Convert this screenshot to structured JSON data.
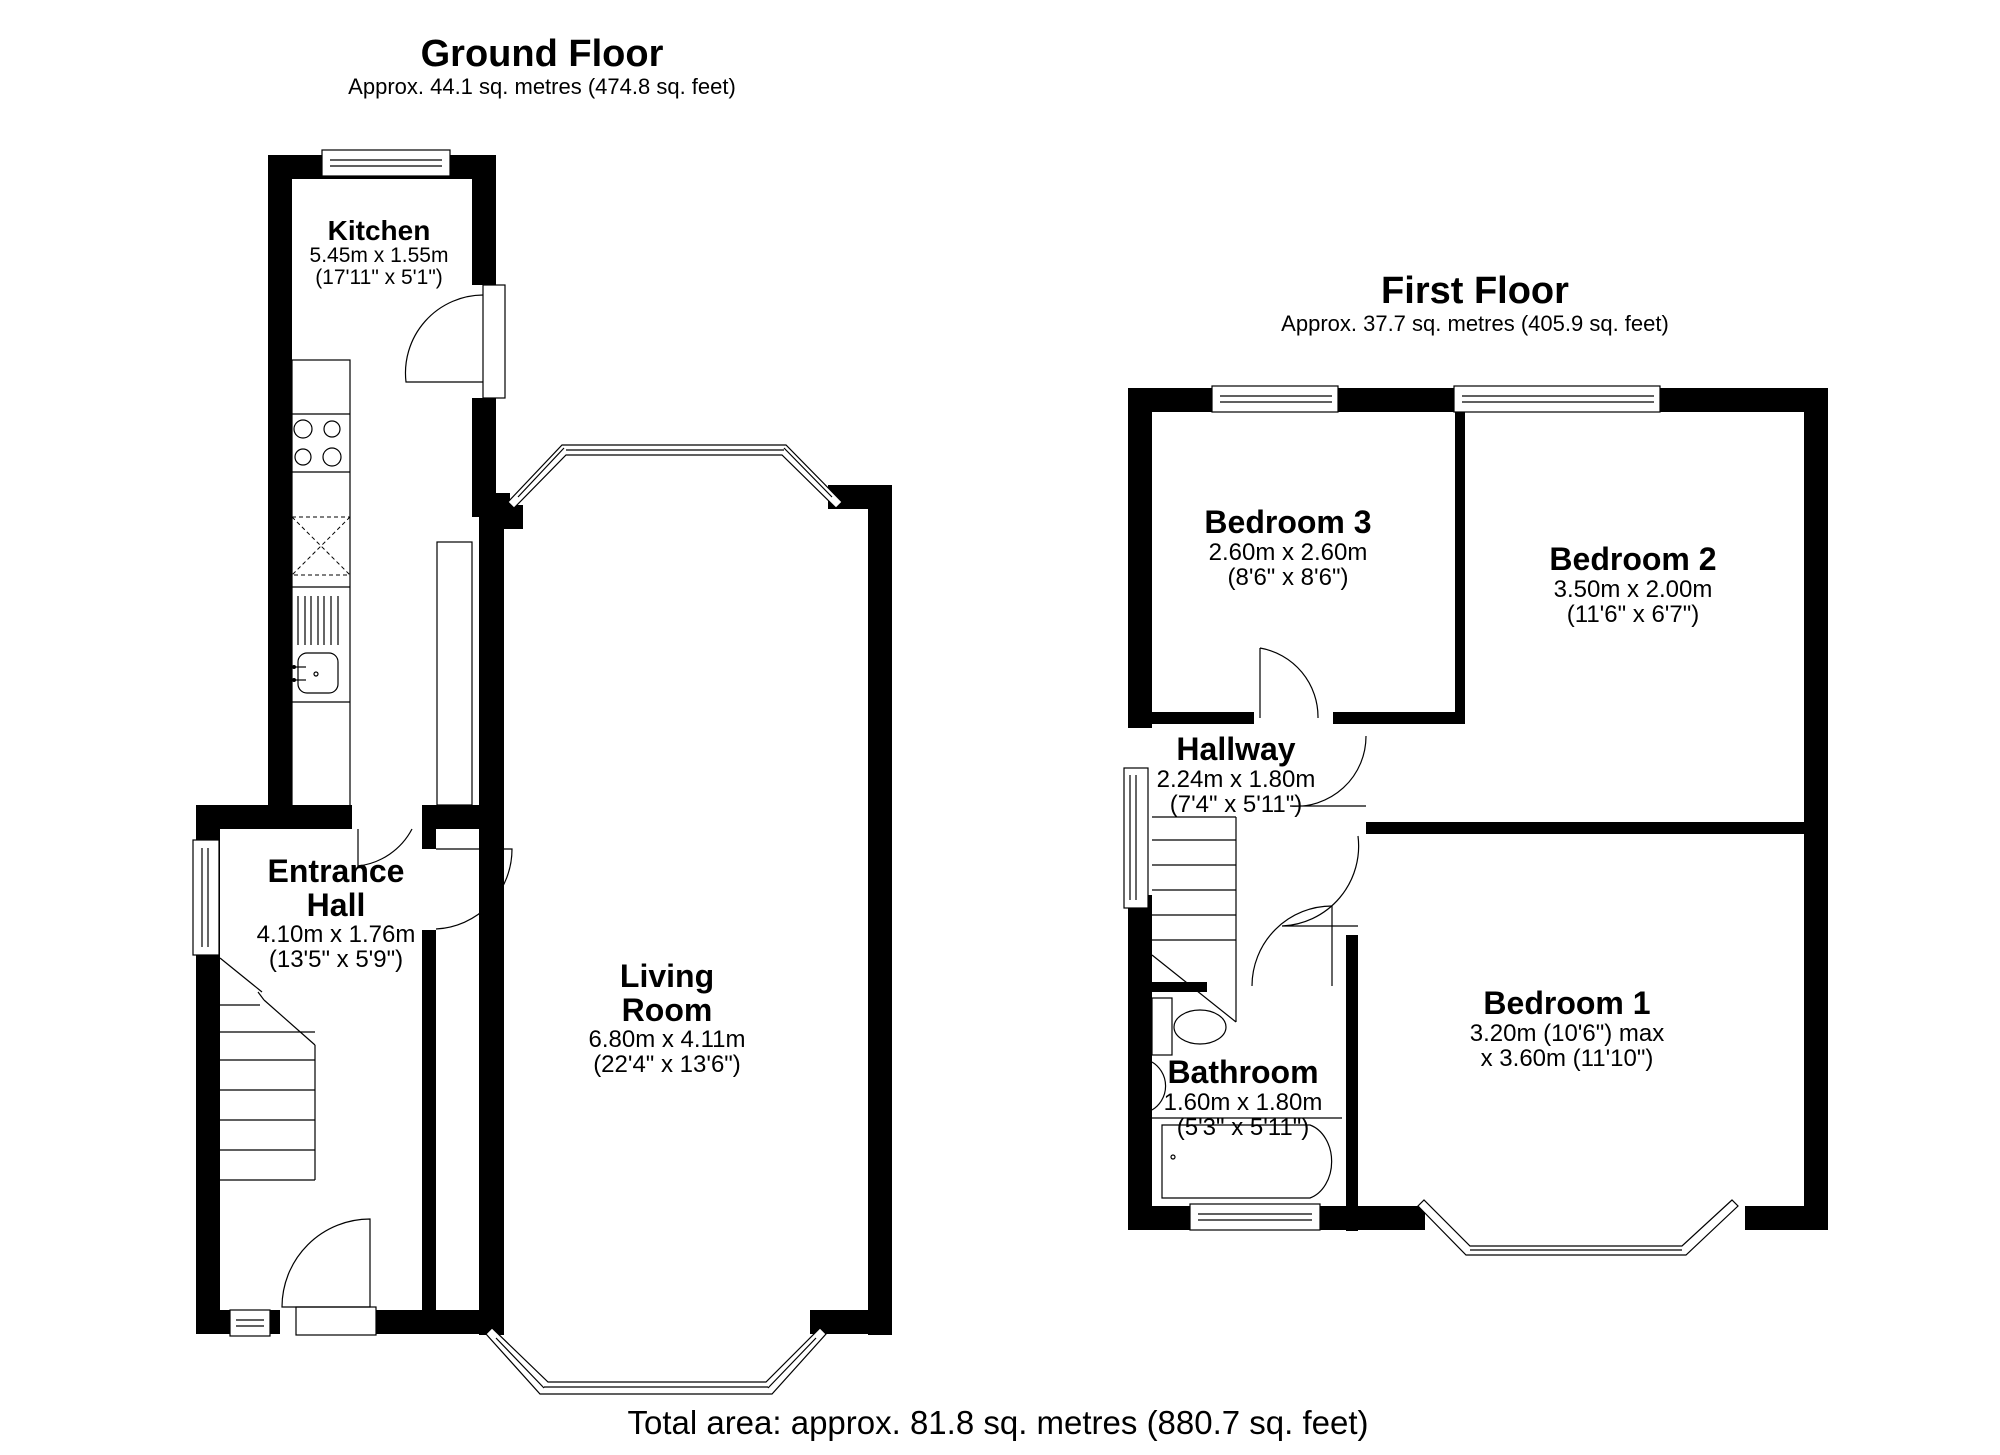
{
  "ground_floor": {
    "title": "Ground Floor",
    "area": "Approx. 44.1 sq. metres (474.8 sq. feet)",
    "rooms": [
      {
        "name": "Kitchen",
        "dim_m": "5.45m x 1.55m",
        "dim_ft": "(17'11\" x 5'1\")"
      },
      {
        "name_line1": "Entrance",
        "name_line2": "Hall",
        "dim_m": "4.10m x 1.76m",
        "dim_ft": "(13'5\" x 5'9\")"
      },
      {
        "name_line1": "Living",
        "name_line2": "Room",
        "dim_m": "6.80m x 4.11m",
        "dim_ft": "(22'4\" x 13'6\")"
      }
    ]
  },
  "first_floor": {
    "title": "First Floor",
    "area": "Approx. 37.7 sq. metres (405.9 sq. feet)",
    "rooms": [
      {
        "name": "Bedroom 3",
        "dim_m": "2.60m x 2.60m",
        "dim_ft": "(8'6\" x 8'6\")"
      },
      {
        "name": "Bedroom 2",
        "dim_m": "3.50m x 2.00m",
        "dim_ft": "(11'6\" x 6'7\")"
      },
      {
        "name": "Hallway",
        "dim_m": "2.24m x 1.80m",
        "dim_ft": "(7'4\" x 5'11\")"
      },
      {
        "name": "Bathroom",
        "dim_m": "1.60m x 1.80m",
        "dim_ft": "(5'3\" x 5'11\")"
      },
      {
        "name": "Bedroom 1",
        "dim_line1": "3.20m (10'6\") max",
        "dim_line2": "x 3.60m (11'10\")"
      }
    ]
  },
  "total_area": "Total area: approx. 81.8 sq. metres (880.7 sq. feet)",
  "colors": {
    "wall": "#000000",
    "background": "#ffffff",
    "linework": "#000000"
  }
}
